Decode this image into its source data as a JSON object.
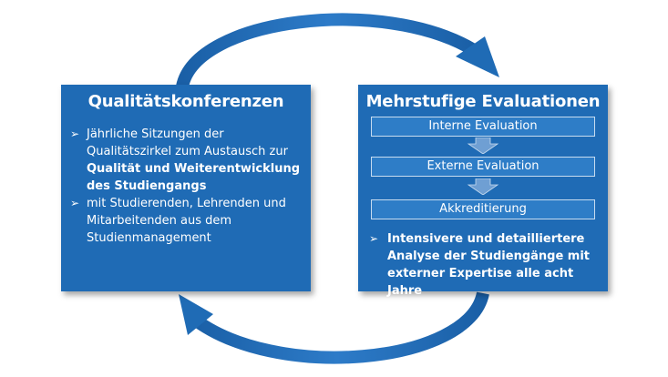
{
  "left_box": {
    "title": "Qualitätskonferenzen",
    "bullet_1": {
      "normal": "Jährliche Sitzungen der Qualitätszirkel zum Austausch zur",
      "bold": "Qualität und Weiterentwicklung des Studiengangs"
    },
    "bullet_2": "mit Studierenden, Lehrenden und Mitarbeitenden aus dem Studienmanagement"
  },
  "right_box": {
    "title": "Mehrstufige Evaluationen",
    "steps": [
      "Interne Evaluation",
      "Externe Evaluation",
      "Akkreditierung"
    ],
    "bullet": "Intensivere und detailliertere Analyse der Studiengänge mit externer Expertise alle acht Jahre"
  },
  "bullet_symbol": "➢",
  "colors": {
    "box": "#1f6bb5",
    "step": "#2e7dc7",
    "cycle_arrow": "#1f6bb5",
    "text": "#ffffff"
  }
}
